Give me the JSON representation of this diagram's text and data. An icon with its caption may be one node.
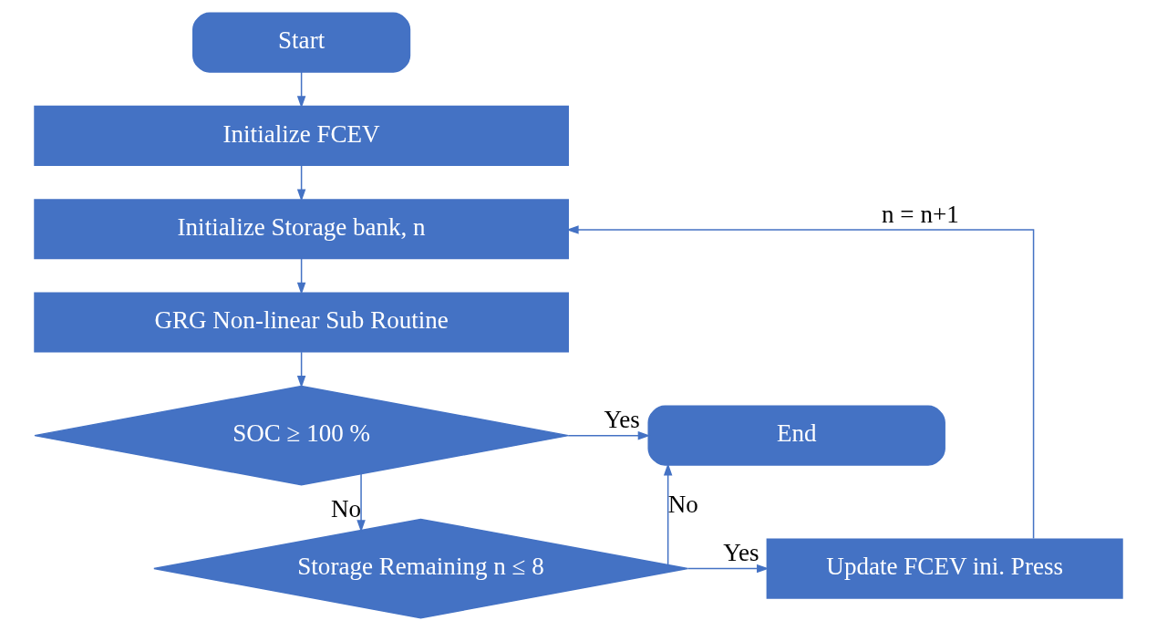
{
  "diagram": {
    "nodes": [
      {
        "text": [
          "Start"
        ]
      },
      {
        "text": [
          "Initialize FCEV"
        ]
      },
      {
        "text": [
          "Initialize Storage bank, n"
        ]
      },
      {
        "text": [
          "GRG Non-linear Sub Routine"
        ]
      },
      {
        "text": [
          "SOC ≥ 100 %"
        ]
      },
      {
        "text": [
          "End"
        ]
      },
      {
        "text": [
          "Storage Remaining n ≤ 8"
        ]
      },
      {
        "text": [
          "Update FCEV ini. Press"
        ]
      }
    ],
    "edges": [
      {
        "from": 0,
        "to": 1,
        "arrow": "to"
      },
      {
        "from": 1,
        "to": 2,
        "arrow": "to"
      },
      {
        "from": 2,
        "to": 3,
        "arrow": "to"
      },
      {
        "from": 3,
        "to": 4,
        "arrow": "to"
      },
      {
        "from": 4,
        "to": 5,
        "arrow": "to",
        "label": "Yes"
      },
      {
        "from": 4,
        "to": 6,
        "arrow": "to",
        "label": "No"
      },
      {
        "from": 6,
        "to": 7,
        "arrow": "to",
        "label": "Yes"
      },
      {
        "from": 6,
        "to": 5,
        "arrow": "to",
        "label": "No"
      },
      {
        "from": 7,
        "to": 2,
        "arrow": "to",
        "label": "n = n+1"
      }
    ]
  }
}
